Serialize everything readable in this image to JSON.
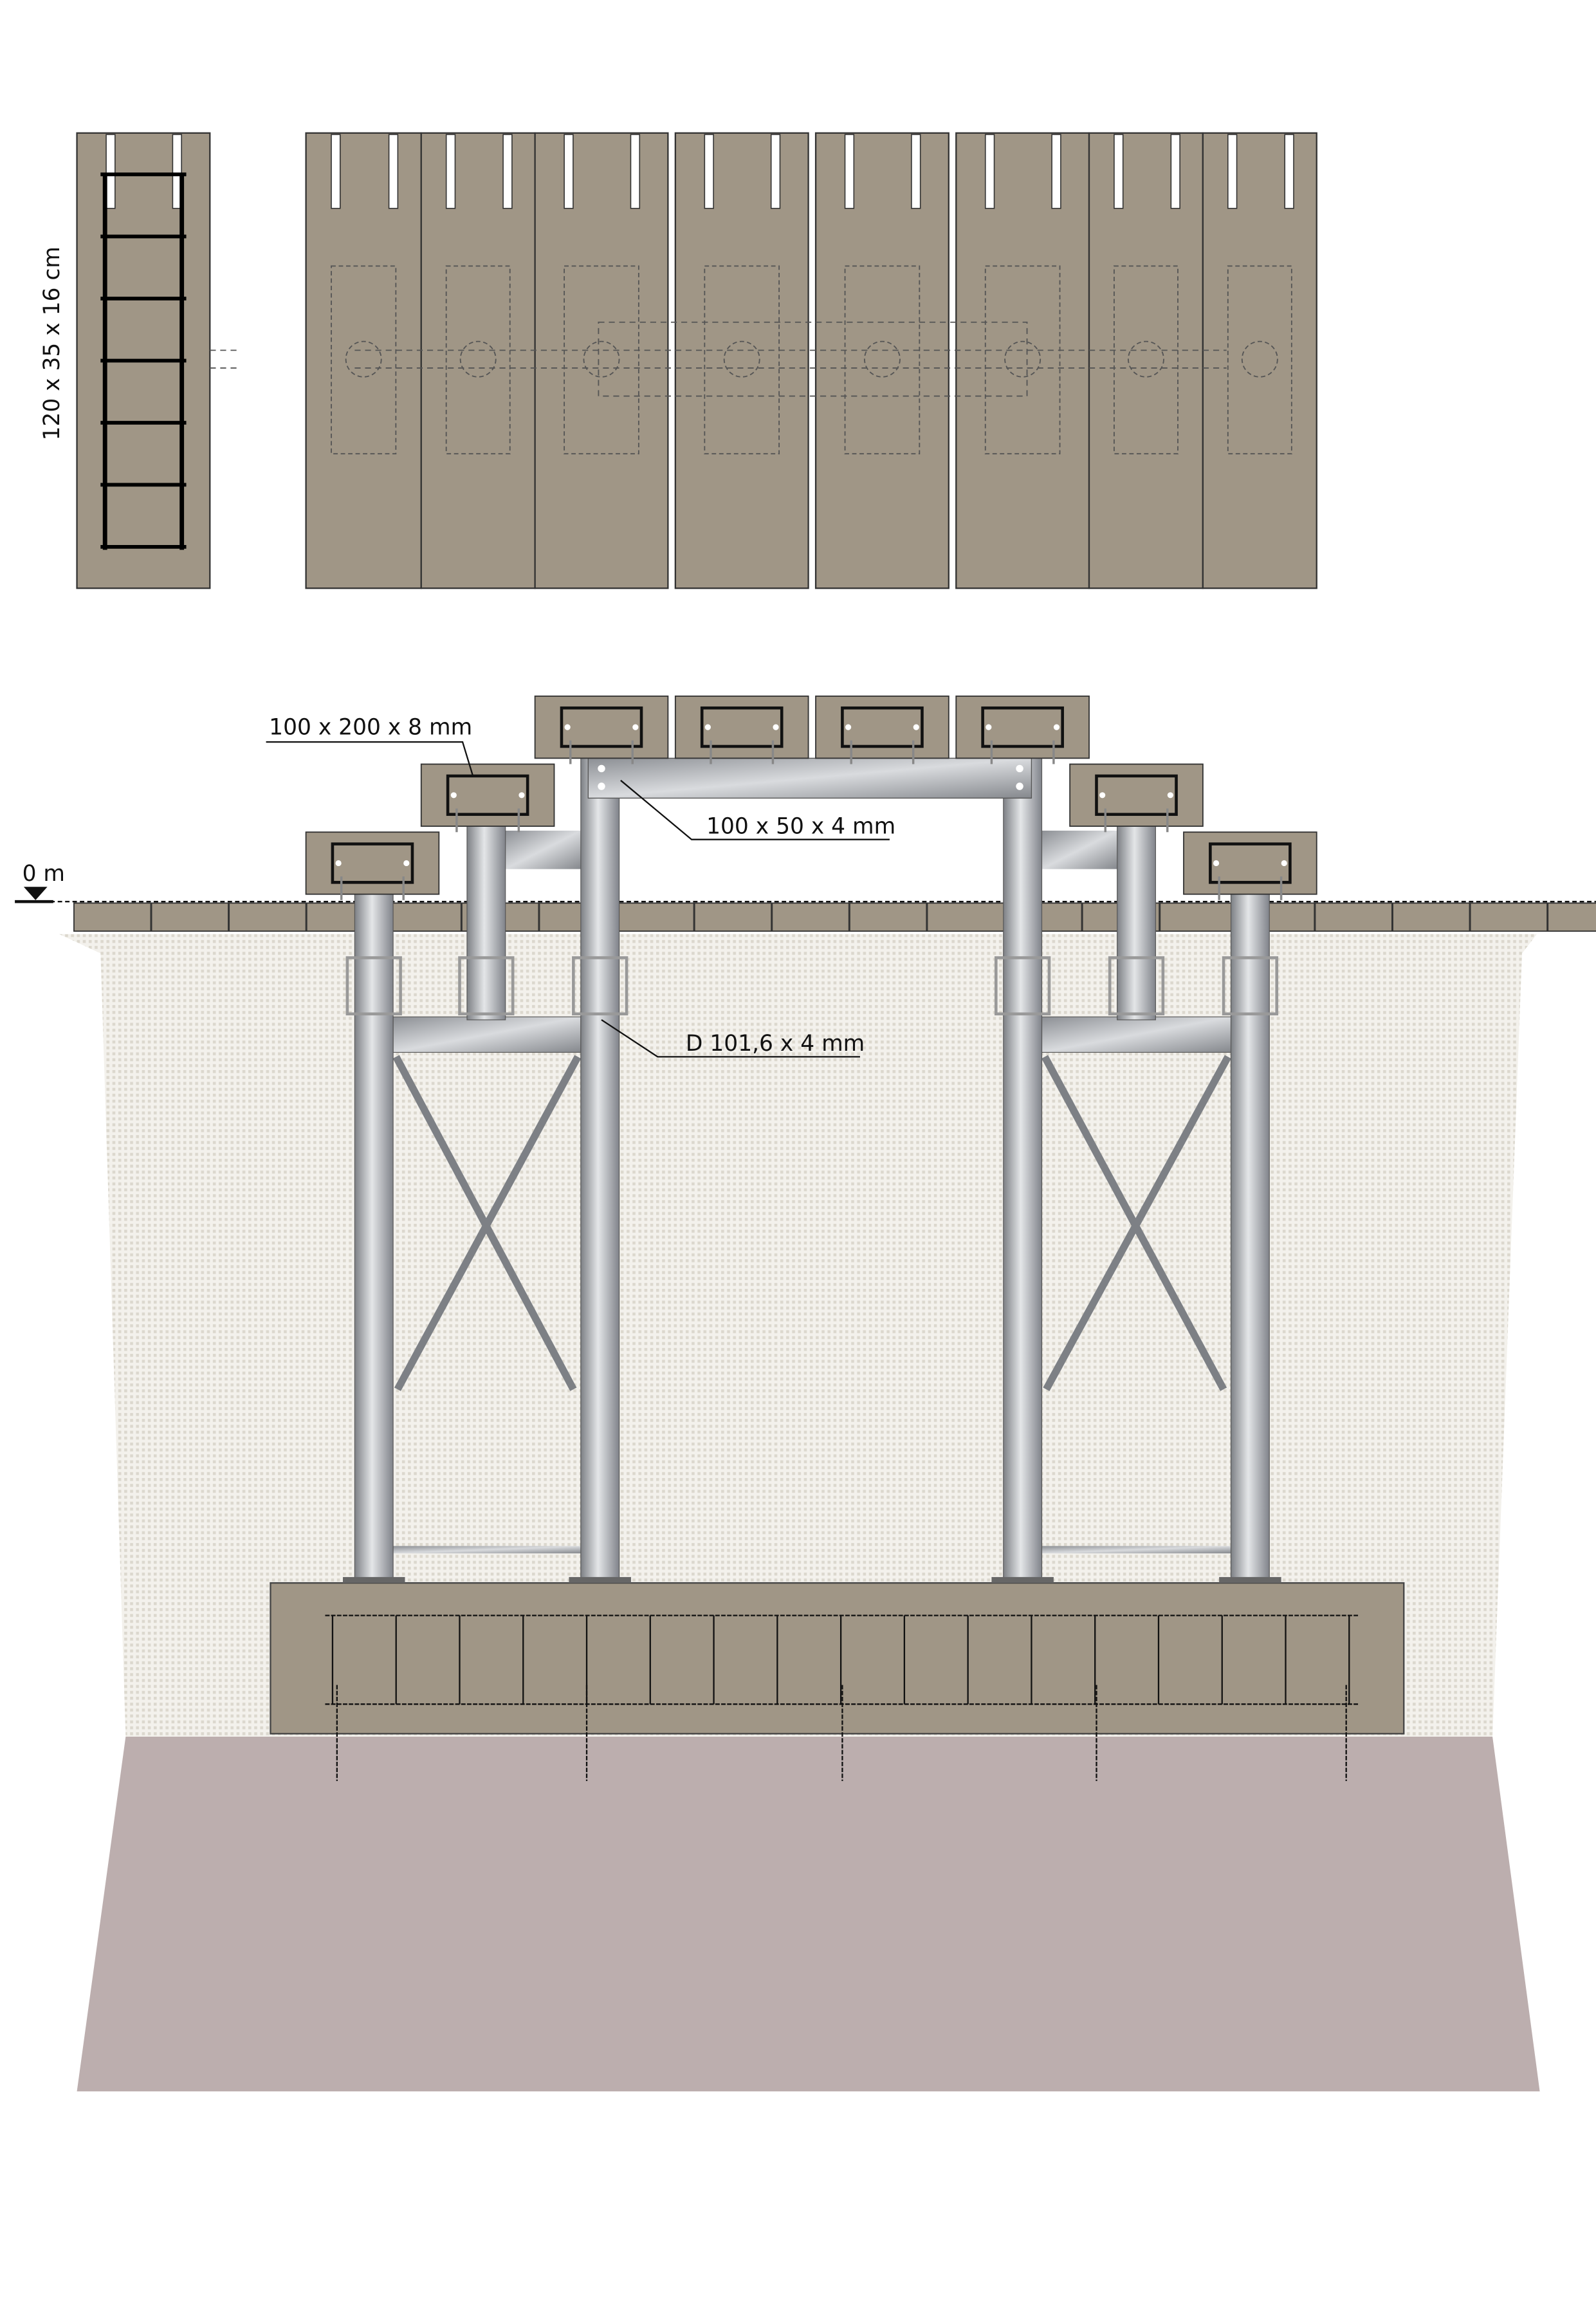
{
  "labels": {
    "block_dimensions": "120 x 35 x 16 cm",
    "plate": "100 x 200 x 8 mm",
    "beam": "100 x 50 x 4 mm",
    "pipe": "D 101,6 x 4 mm",
    "level": "0 m"
  },
  "colors": {
    "concrete": "#a09686",
    "soil": "#efede6",
    "ground": "#bcaeae",
    "steel_dark": "#8a8d91",
    "steel_light": "#e2e4e6"
  }
}
